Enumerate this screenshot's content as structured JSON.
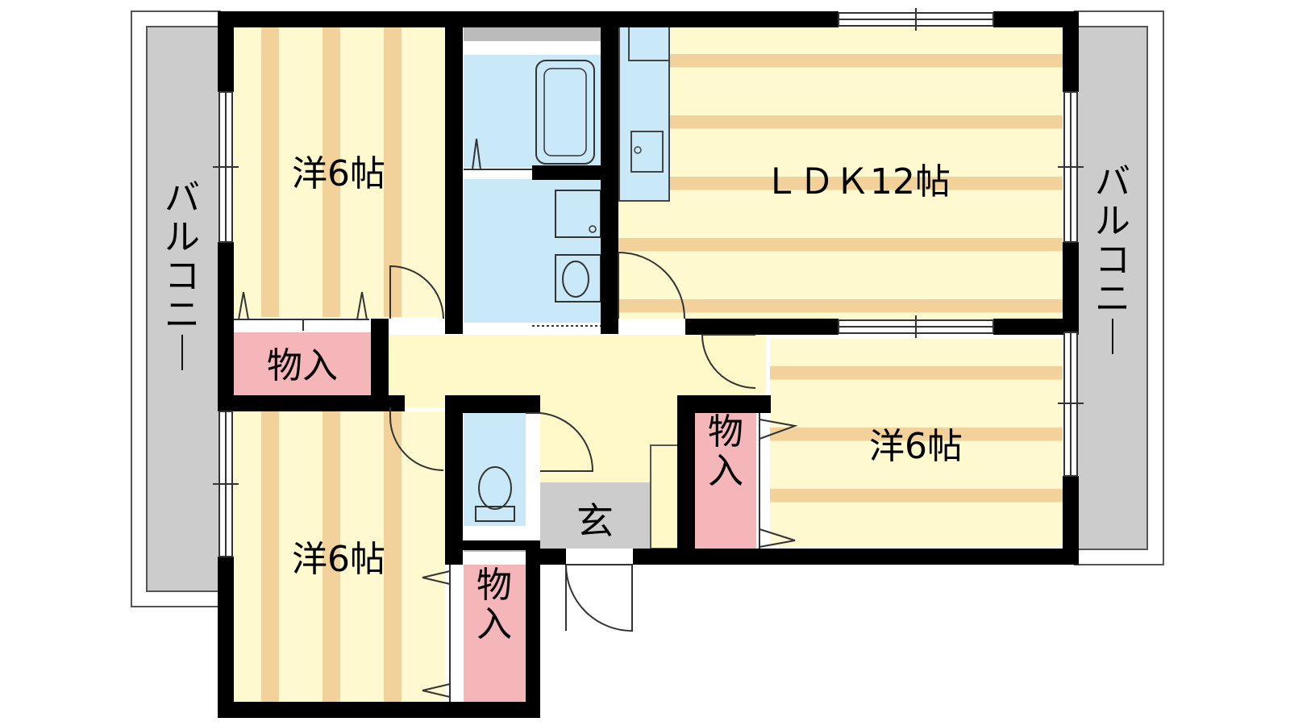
{
  "colors": {
    "stripe_light": "#FFF9CF",
    "stripe_dark": "#F2D29A",
    "water_blue": "#C9E9F8",
    "storage_pink": "#F5B6BA",
    "balcony_gray": "#CCCCCC",
    "hall_yellow": "#FFF8C8",
    "entry_gray": "#CCCCCC",
    "wall": "#000000"
  },
  "rooms": {
    "bedroom_top_left": "洋6帖",
    "bedroom_bottom_left": "洋6帖",
    "bedroom_right": "洋6帖",
    "ldk": "ＬＤＫ12帖",
    "entrance": "玄"
  },
  "storage": {
    "left": "物入",
    "center": "物入",
    "bottom": "物入"
  },
  "balcony": {
    "left": "バルコニー",
    "right": "バルコニー"
  }
}
